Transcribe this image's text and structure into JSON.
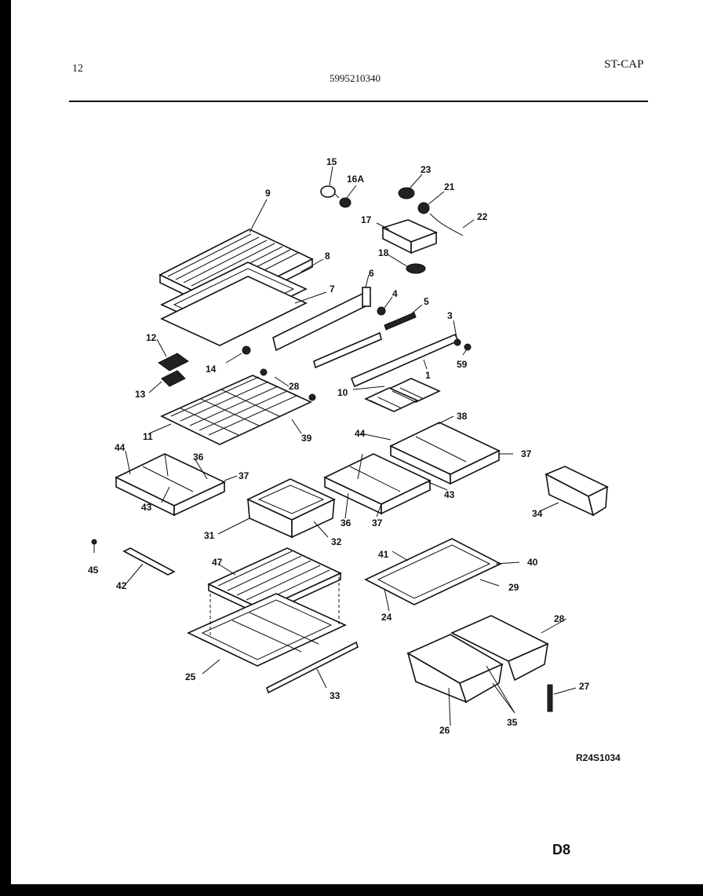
{
  "header": {
    "page_number": "12",
    "part_number": "5995210340",
    "model_code": "ST-CAP"
  },
  "diagram": {
    "reference_code": "R24S1034",
    "page_code": "D8",
    "callouts": [
      {
        "id": "c15",
        "text": "15"
      },
      {
        "id": "c16a",
        "text": "16A"
      },
      {
        "id": "c23",
        "text": "23"
      },
      {
        "id": "c21",
        "text": "21"
      },
      {
        "id": "c22",
        "text": "22"
      },
      {
        "id": "c17",
        "text": "17"
      },
      {
        "id": "c18",
        "text": "18"
      },
      {
        "id": "c9",
        "text": "9"
      },
      {
        "id": "c8",
        "text": "8"
      },
      {
        "id": "c7",
        "text": "7"
      },
      {
        "id": "c6",
        "text": "6"
      },
      {
        "id": "c4",
        "text": "4"
      },
      {
        "id": "c5",
        "text": "5"
      },
      {
        "id": "c3",
        "text": "3"
      },
      {
        "id": "c59",
        "text": "59"
      },
      {
        "id": "c1",
        "text": "1"
      },
      {
        "id": "c12",
        "text": "12"
      },
      {
        "id": "c14",
        "text": "14"
      },
      {
        "id": "c13",
        "text": "13"
      },
      {
        "id": "c28a",
        "text": "28"
      },
      {
        "id": "c10",
        "text": "10"
      },
      {
        "id": "c11",
        "text": "11"
      },
      {
        "id": "c39",
        "text": "39"
      },
      {
        "id": "c38a",
        "text": "38"
      },
      {
        "id": "c44a",
        "text": "44"
      },
      {
        "id": "c37a",
        "text": "37"
      },
      {
        "id": "c44b",
        "text": "44"
      },
      {
        "id": "c36a",
        "text": "36"
      },
      {
        "id": "c37b",
        "text": "37"
      },
      {
        "id": "c43a",
        "text": "43"
      },
      {
        "id": "c43b",
        "text": "43"
      },
      {
        "id": "c36b",
        "text": "36"
      },
      {
        "id": "c37c",
        "text": "37"
      },
      {
        "id": "c34",
        "text": "34"
      },
      {
        "id": "c31",
        "text": "31"
      },
      {
        "id": "c32",
        "text": "32"
      },
      {
        "id": "c45",
        "text": "45"
      },
      {
        "id": "c42",
        "text": "42"
      },
      {
        "id": "c47",
        "text": "47"
      },
      {
        "id": "c41",
        "text": "41"
      },
      {
        "id": "c40",
        "text": "40"
      },
      {
        "id": "c29",
        "text": "29"
      },
      {
        "id": "c24",
        "text": "24"
      },
      {
        "id": "c28b",
        "text": "28"
      },
      {
        "id": "c25",
        "text": "25"
      },
      {
        "id": "c33",
        "text": "33"
      },
      {
        "id": "c27",
        "text": "27"
      },
      {
        "id": "c35",
        "text": "35"
      },
      {
        "id": "c26",
        "text": "26"
      }
    ]
  }
}
